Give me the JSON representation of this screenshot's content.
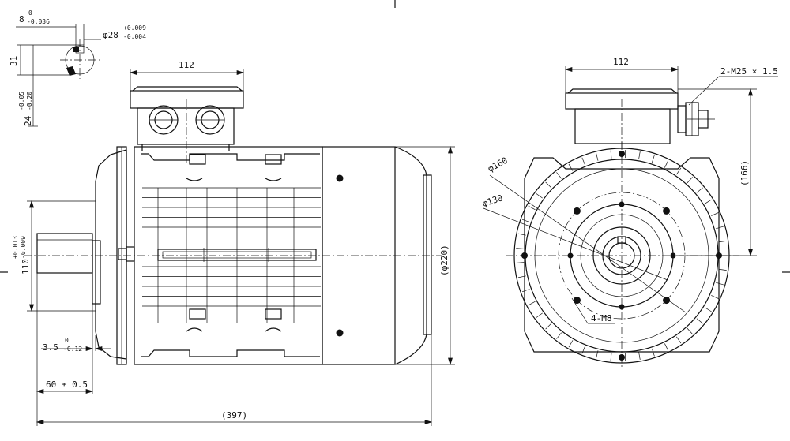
{
  "side_view": {
    "key_width": {
      "main": "8",
      "upper": "0",
      "lower": "-0.036"
    },
    "shaft_diameter": {
      "main": "φ28",
      "upper": "+0.009",
      "lower": "-0.004"
    },
    "key_depth": "31",
    "shaft_height": {
      "main": "24",
      "upper": "-0.05",
      "lower": "-0.20"
    },
    "terminal_box_width": "112",
    "flange_spigot": {
      "main": "110",
      "upper": "+0.013",
      "lower": "-0.009"
    },
    "spigot_depth": {
      "main": "3.5",
      "upper": "0",
      "lower": "-0.12"
    },
    "shaft_length": "60 ± 0.5",
    "overall_length": "(397)",
    "body_diameter": "(φ220)"
  },
  "front_view": {
    "terminal_box_width": "112",
    "cable_gland": "2-M25 × 1.5",
    "box_height": "(166)",
    "pcd_outer": "φ160",
    "pcd_inner": "φ130",
    "holes": "4-M8"
  }
}
